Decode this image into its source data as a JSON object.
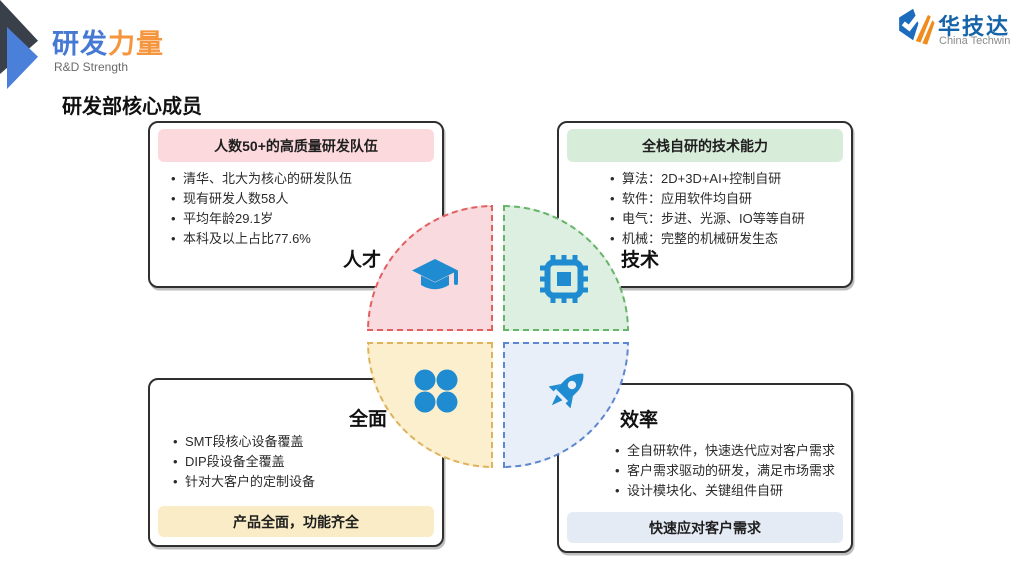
{
  "slide": {
    "title_zh_blue": "研发",
    "title_zh_orange": "力量",
    "title_en": "R&D Strength",
    "section_title": "研发部核心成员"
  },
  "logo": {
    "name": "华技达",
    "tagline": "China Techwin"
  },
  "quadrants": {
    "talent": {
      "label": "人才",
      "icon": "graduation-cap-icon"
    },
    "technology": {
      "label": "技术",
      "icon": "cpu-chip-icon"
    },
    "comprehensive": {
      "label": "全面",
      "icon": "clover-icon"
    },
    "efficiency": {
      "label": "效率",
      "icon": "rocket-icon"
    }
  },
  "cards": {
    "talent": {
      "header": "人数50+的高质量研发队伍",
      "bullets": [
        "清华、北大为核心的研发队伍",
        "现有研发人数58人",
        "平均年龄29.1岁",
        "本科及以上占比77.6%"
      ]
    },
    "technology": {
      "header": "全栈自研的技术能力",
      "bullets": [
        "算法：2D+3D+AI+控制自研",
        "软件：应用软件均自研",
        "电气：步进、光源、IO等等自研",
        "机械：完整的机械研发生态"
      ]
    },
    "comprehensive": {
      "bullets": [
        "SMT段核心设备覆盖",
        "DIP段设备全覆盖",
        "针对大客户的定制设备"
      ],
      "footer": "产品全面，功能齐全"
    },
    "efficiency": {
      "bullets": [
        "全自研软件，快速迭代应对客户需求",
        "客户需求驱动的研发，满足市场需求",
        "设计模块化、关键组件自研"
      ],
      "footer": "快速应对客户需求"
    }
  },
  "colors": {
    "icon_blue": "#1f8bd0",
    "title_blue": "#4579d4",
    "title_orange": "#f5953d",
    "logo_blue": "#1563a8",
    "pink_fill": "#f9dade",
    "pink_dash": "#e06060",
    "pink_header_bg": "#fbd9dc",
    "green_fill": "#ddefe0",
    "green_dash": "#66b36a",
    "green_header_bg": "#d8ecda",
    "yellow_fill": "#fcefcd",
    "yellow_dash": "#ddb35e",
    "yellow_footer_bg": "#f9ecc6",
    "blue_fill": "#e9eff9",
    "blue_dash": "#5d87d1",
    "blue_footer_bg": "#e4ebf5"
  }
}
